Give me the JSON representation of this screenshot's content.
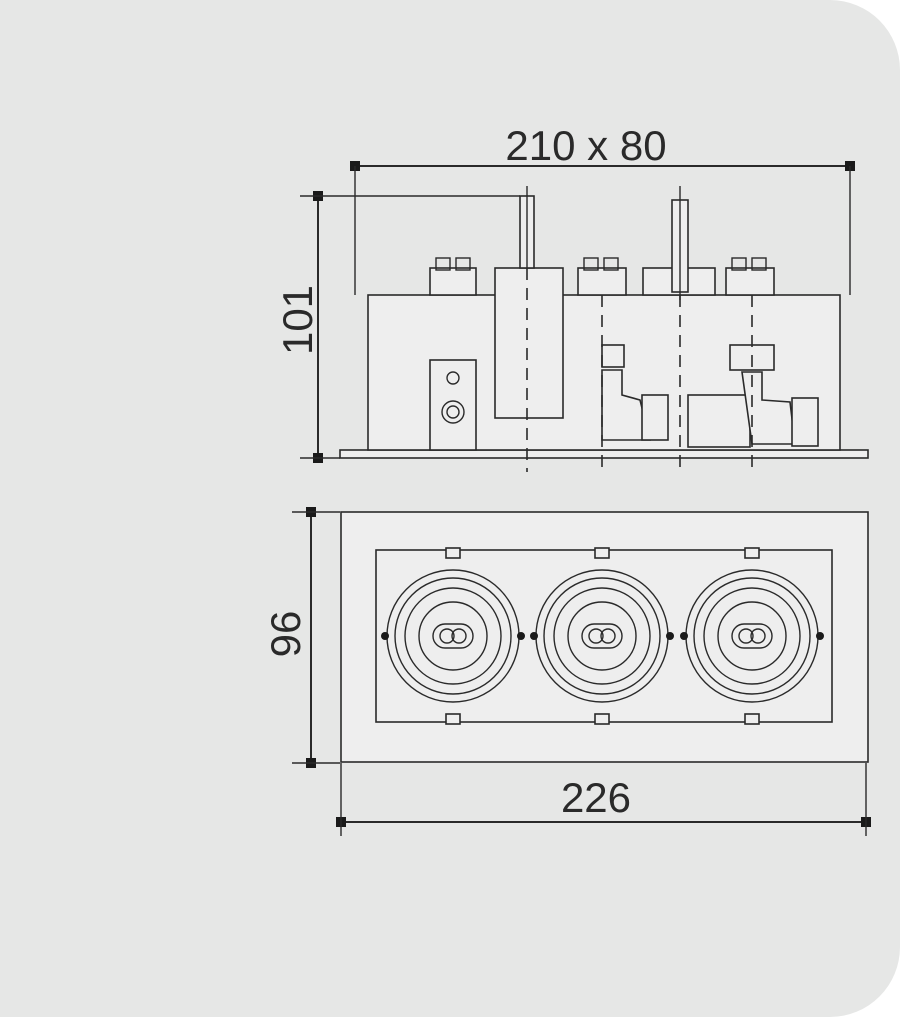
{
  "dimensions": {
    "cutout": "210 x 80",
    "height": "101",
    "depth": "96",
    "length": "226"
  },
  "colors": {
    "background": "#e6e7e6",
    "line": "#2a2a2a"
  }
}
